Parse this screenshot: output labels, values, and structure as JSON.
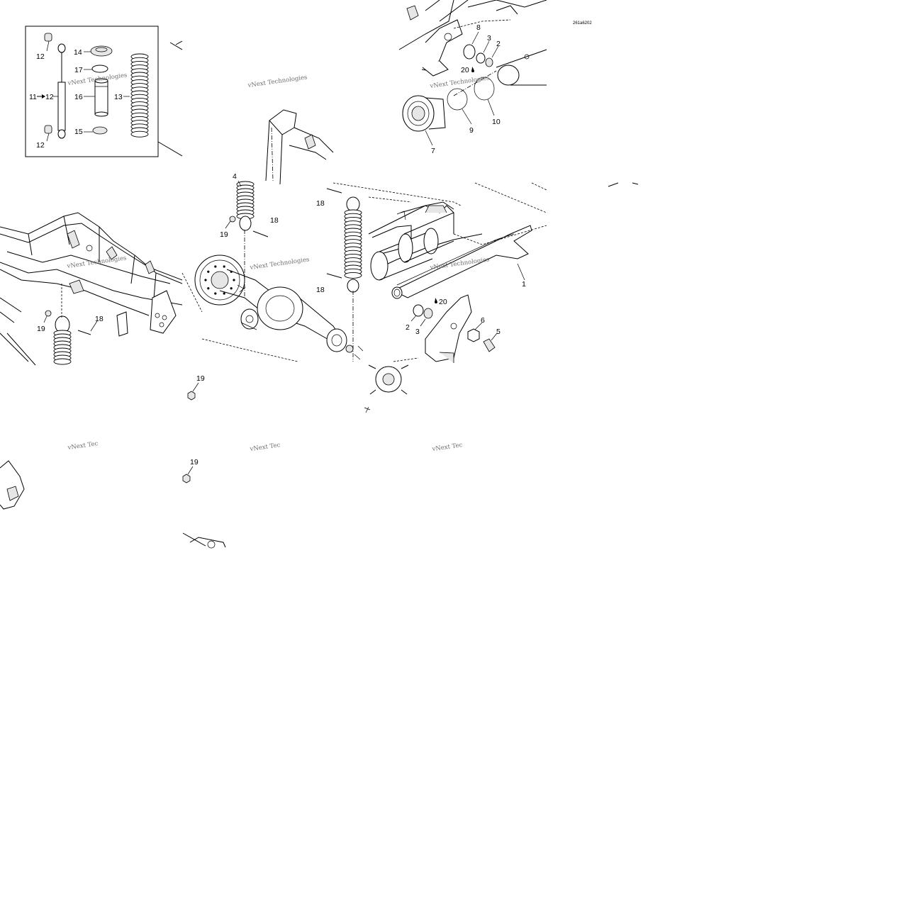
{
  "diagram": {
    "code": "261a6202",
    "watermark": "vNext Technologies",
    "watermark_partial": "vNext Tec",
    "callouts": {
      "c1": "1",
      "c2a": "2",
      "c2b": "2",
      "c3a": "3",
      "c3b": "3",
      "c4": "4",
      "c5": "5",
      "c6": "6",
      "c7": "7",
      "c8": "8",
      "c9": "9",
      "c10": "10",
      "c11": "11",
      "c11_12": "12",
      "c12a": "12",
      "c12b": "12",
      "c13": "13",
      "c14": "14",
      "c15": "15",
      "c16": "16",
      "c17": "17",
      "c18a": "18",
      "c18b": "18",
      "c18c": "18",
      "c18d": "18",
      "c19a": "19",
      "c19b": "19",
      "c19c": "19",
      "c19d": "19",
      "c20a": "20",
      "c20b": "20"
    }
  }
}
